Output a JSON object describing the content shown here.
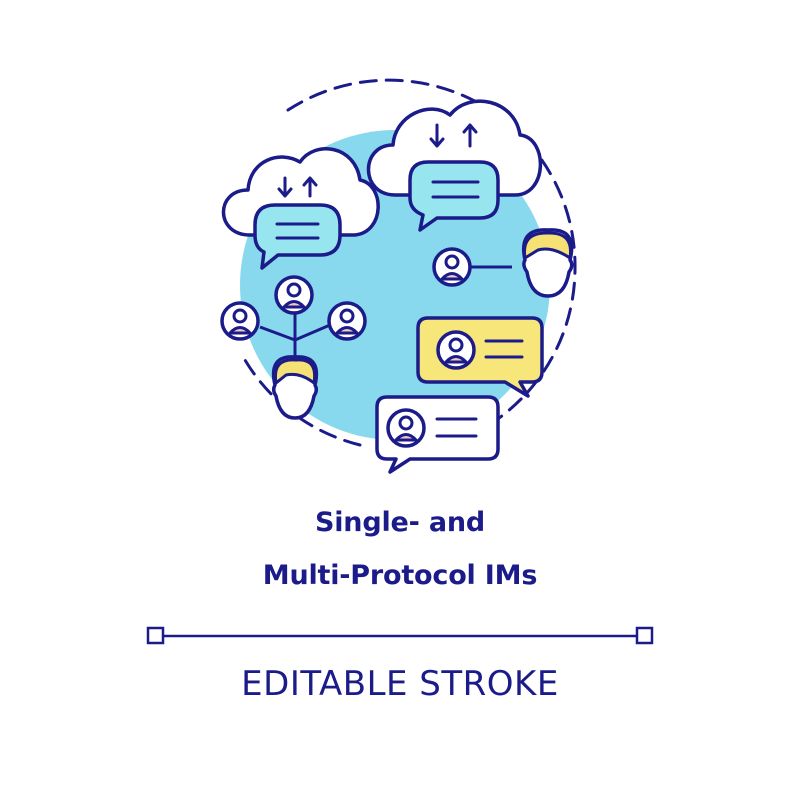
{
  "title": {
    "line1": "Single- and",
    "line2": "Multi-Protocol IMs"
  },
  "footer": {
    "label": "EDITABLE STROKE"
  },
  "colors": {
    "stroke": "#1b1b8a",
    "circle_fill": "#89d9ee",
    "bubble_teal": "#97e6ef",
    "bubble_yellow": "#f7e67a",
    "skin": "#f2c8be",
    "hair": "#f6e274",
    "background": "#ffffff"
  },
  "icons": [
    "cloud-sync-icon",
    "chat-bubble-icon",
    "user-avatar-icon",
    "user-head-icon",
    "user-network-icon"
  ]
}
